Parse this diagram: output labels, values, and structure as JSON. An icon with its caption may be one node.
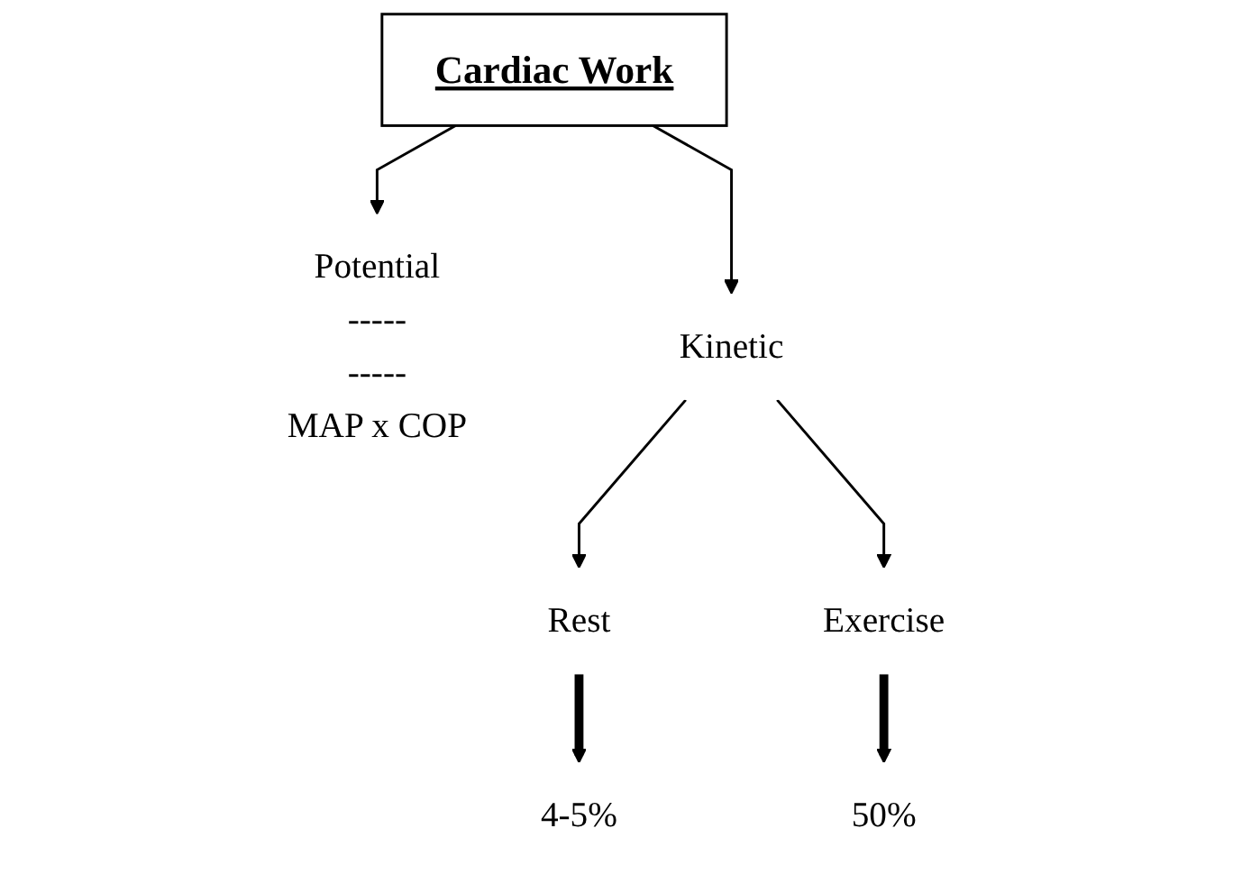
{
  "diagram": {
    "nodes": [
      {
        "text": [
          "Cardiac Work"
        ]
      },
      {
        "text": [
          "Potential",
          "-----",
          "-----",
          "MAP x COP"
        ]
      },
      {
        "text": [
          "Kinetic"
        ]
      },
      {
        "text": [
          "Rest"
        ]
      },
      {
        "text": [
          "Exercise"
        ]
      },
      {
        "text": [
          "4-5%"
        ]
      },
      {
        "text": [
          "50%"
        ]
      }
    ],
    "edges": [
      {
        "from": 0,
        "to": 1,
        "arrow": "to"
      },
      {
        "from": 0,
        "to": 2,
        "arrow": "to"
      },
      {
        "from": 2,
        "to": 3,
        "arrow": "to"
      },
      {
        "from": 2,
        "to": 4,
        "arrow": "to"
      },
      {
        "from": 3,
        "to": 5,
        "arrow": "to",
        "style": "thick"
      },
      {
        "from": 4,
        "to": 6,
        "arrow": "to",
        "style": "thick"
      }
    ]
  }
}
